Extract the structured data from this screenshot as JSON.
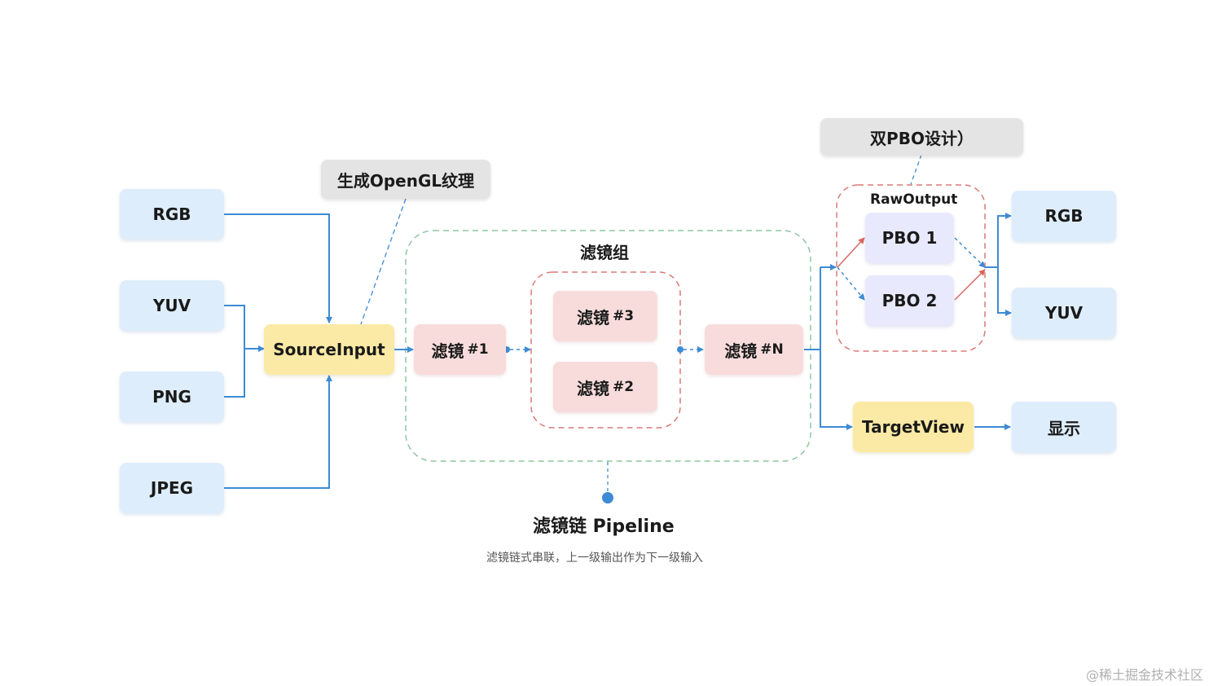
{
  "inputs": {
    "rgb": "RGB",
    "yuv": "YUV",
    "png": "PNG",
    "jpeg": "JPEG"
  },
  "source_input": "SourceInput",
  "texture_note": "生成OpenGL纹理",
  "filter_group": {
    "title": "滤镜组",
    "filter_prefix": "滤镜",
    "f1": "#1",
    "f2": "#2",
    "f3": "#3",
    "fn": "#N"
  },
  "pipeline": {
    "title": "滤镜链 Pipeline",
    "subtitle": "滤镜链式串联，上一级输出作为下一级输入"
  },
  "raw_output": {
    "note": "双PBO设计）",
    "title": "RawOutput",
    "pbo1": "PBO 1",
    "pbo2": "PBO 2"
  },
  "outputs": {
    "rgb": "RGB",
    "yuv": "YUV",
    "display": "显示"
  },
  "target_view": "TargetView",
  "watermark": "@稀土掘金技术社区",
  "colors": {
    "arrow_blue": "#3d8bd4",
    "arrow_red": "#d9665f",
    "dash_green": "#8fc5a0",
    "dash_red": "#d97a78",
    "input_blue": "#deedfb",
    "source_yellow": "#fbeaa5",
    "filter_pink": "#f8dcdc",
    "pbo_lavender": "#e8e9fd",
    "note_gray": "#e4e4e4"
  }
}
